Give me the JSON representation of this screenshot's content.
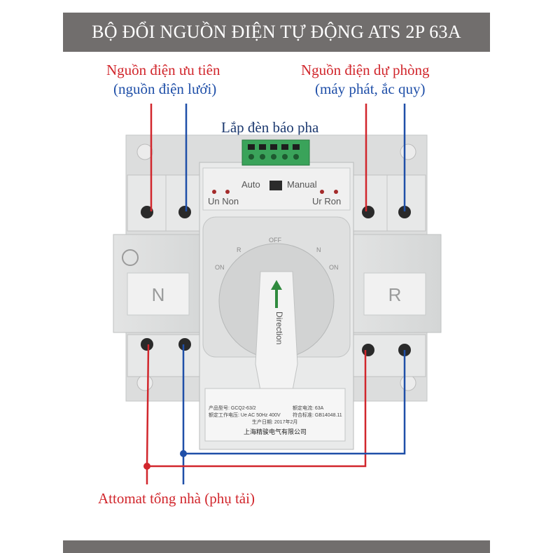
{
  "title": "BỘ ĐỔI NGUỒN ĐIỆN TỰ ĐỘNG ATS 2P 63A",
  "labels": {
    "priority_source": "Nguồn điện ưu tiên",
    "priority_source_sub": "(nguồn điện lưới)",
    "backup_source": "Nguồn điện dự phòng",
    "backup_source_sub": "(máy phát, ắc quy)",
    "phase_lamp": "Lắp đèn báo pha",
    "load_breaker": "Attomat tổng nhà (phụ tải)"
  },
  "device": {
    "auto_label": "Auto",
    "manual_label": "Manual",
    "left_leds": "Un Non",
    "right_leds": "Ur Ron",
    "left_panel": "N",
    "right_panel": "R",
    "handle_text": "Direction",
    "dial_left_on": "ON",
    "dial_r": "R",
    "dial_off": "OFF",
    "dial_n": "N",
    "dial_right_on": "ON",
    "plate_line1": "产品型号: GCQ2-63/2",
    "plate_line1b": "额定电流: 63A",
    "plate_line2": "额定工作电压: Ue AC 50Hz 400V",
    "plate_line2b": "符合标准: GB14048.11",
    "plate_line3": "生产日期: 2017年2月",
    "plate_maker": "上海精骏电气有限公司"
  },
  "colors": {
    "title_bg": "#716e6d",
    "red_wire": "#d1262c",
    "blue_wire": "#1f4fa8"
  }
}
